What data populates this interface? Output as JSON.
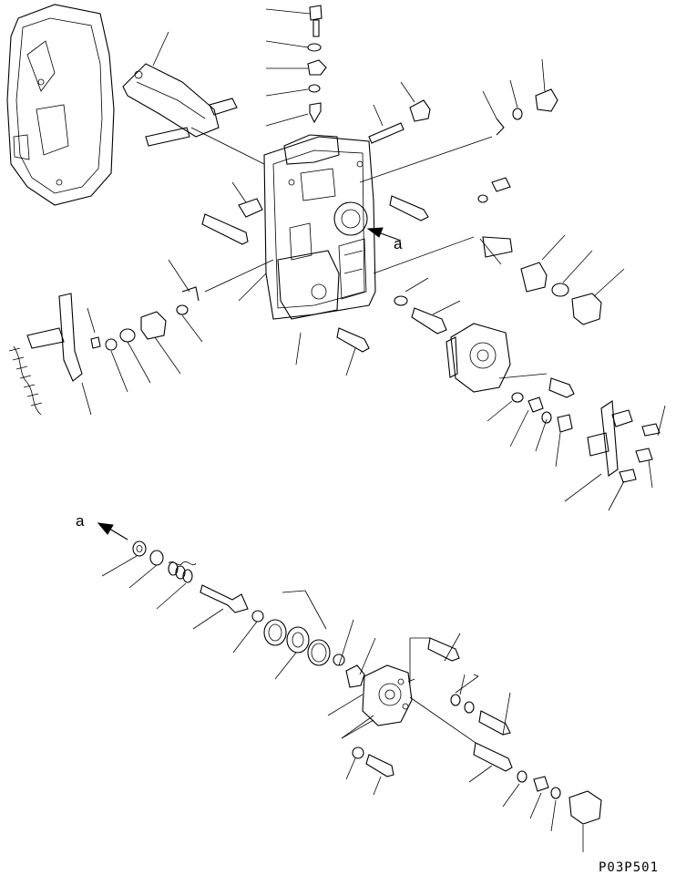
{
  "figure": {
    "ref_label_top": "a",
    "ref_label_bottom": "a",
    "drawing_code": "P03P501"
  }
}
